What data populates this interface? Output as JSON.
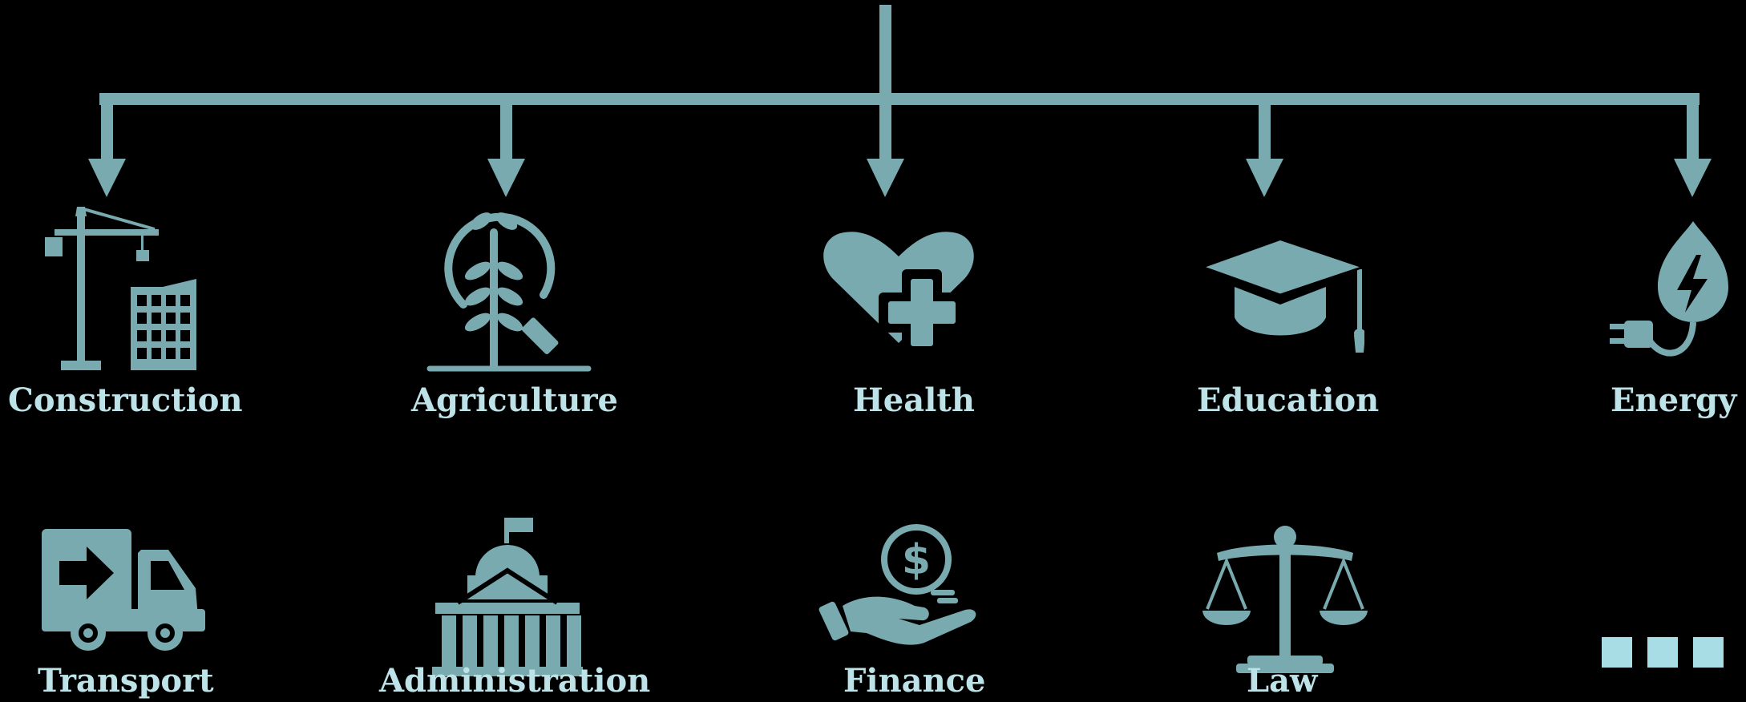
{
  "colors": {
    "background": "#000000",
    "connector": "#78aab0",
    "icon": "#78aab0",
    "label": "#bde3e8",
    "more": "#a9dde5"
  },
  "categories": [
    {
      "label": "Construction",
      "icon": "crane-building-icon"
    },
    {
      "label": "Agriculture",
      "icon": "plant-magnifier-icon"
    },
    {
      "label": "Health",
      "icon": "heart-plus-icon"
    },
    {
      "label": "Education",
      "icon": "graduation-cap-icon"
    },
    {
      "label": "Energy",
      "icon": "energy-drop-plug-icon"
    },
    {
      "label": "Transport",
      "icon": "delivery-truck-icon"
    },
    {
      "label": "Administration",
      "icon": "government-building-icon"
    },
    {
      "label": "Finance",
      "icon": "hand-coin-icon"
    },
    {
      "label": "Law",
      "icon": "scales-icon"
    }
  ]
}
